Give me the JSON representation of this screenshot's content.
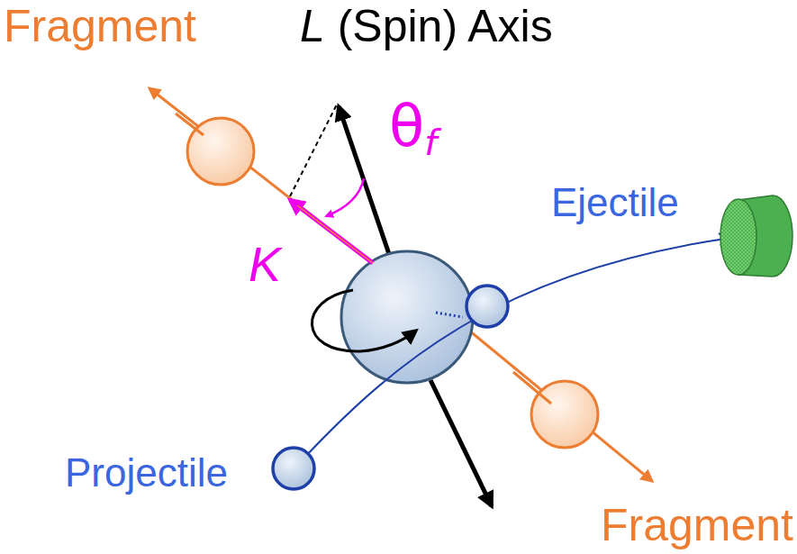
{
  "diagram": {
    "labels": [
      "Fragment",
      "L (Spin) Axis",
      "θf",
      "K",
      "Ejectile",
      "Projectile",
      "Fragment"
    ]
  }
}
